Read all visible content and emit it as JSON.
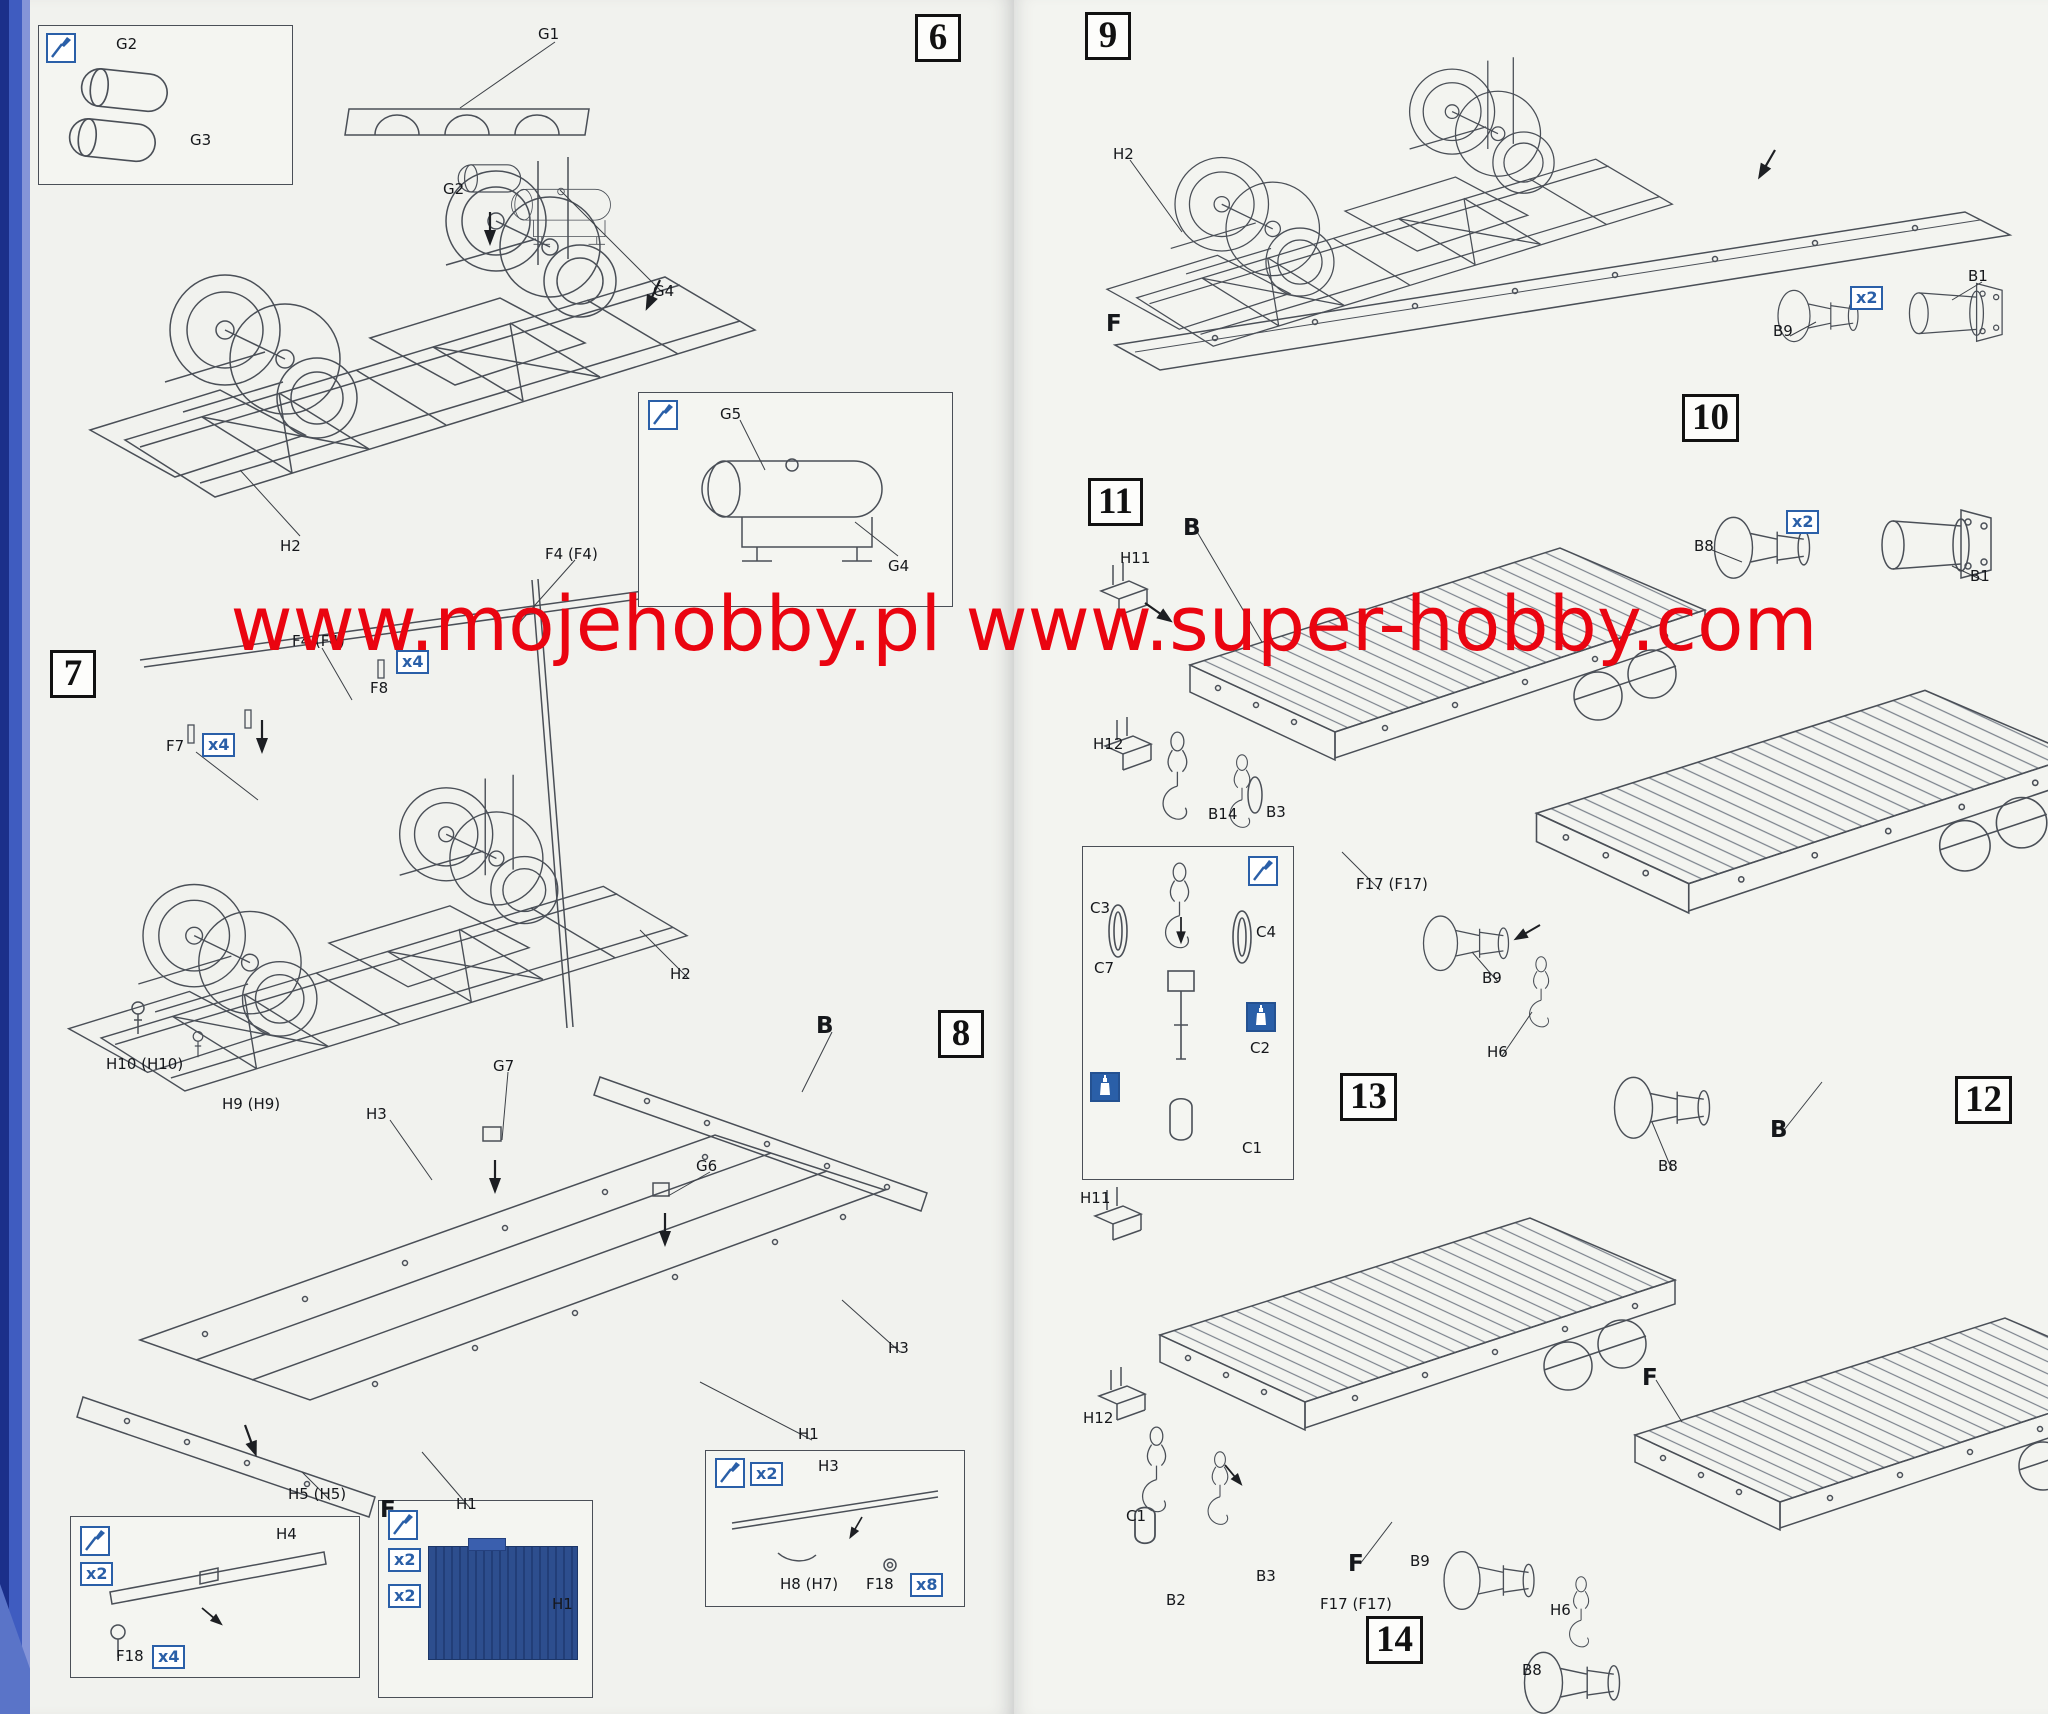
{
  "document": {
    "type": "model-kit-assembly-instructions",
    "watermark": "www.mojehobby.pl www.super-hobby.com"
  },
  "colors": {
    "watermark_red": "#ea0410",
    "accent_blue": "#2a5fa8",
    "ink": "#4a4f57",
    "page": "#f2f3ef",
    "spine_blue": "#2b3f9e",
    "deck_panel_blue": "#2d4e8e"
  },
  "icons": {
    "paint": "paint-brush-icon",
    "glue": "glue-bottle-icon",
    "arrow": "assembly-arrow-icon"
  },
  "left_page": {
    "step6": {
      "number": "6",
      "inset_tank_labels": {
        "g2": "G2",
        "g3": "G3"
      },
      "labels": {
        "g1": "G1",
        "g2": "G2",
        "g4": "G4",
        "h2": "H2"
      },
      "inset_g5_labels": {
        "g5": "G5",
        "g4": "G4"
      }
    },
    "step7": {
      "number": "7",
      "labels": {
        "f4_top": "F4 (F4)",
        "f4_left": "F4 (F4)",
        "f8": "F8",
        "f7": "F7",
        "h2": "H2",
        "h10": "H10 (H10)",
        "h9": "H9 (H9)"
      },
      "badges": {
        "f8_qty": "x4",
        "f7_qty": "x4"
      }
    },
    "step8": {
      "number": "8",
      "labels": {
        "b": "B",
        "g7": "G7",
        "g6": "G6",
        "h3_top": "H3",
        "h3_right": "H3",
        "h1_right": "H1",
        "h1_bottom": "H1",
        "h5": "H5 (H5)",
        "f": "F"
      },
      "inset_h4": {
        "labels": {
          "h4": "H4",
          "f18": "F18"
        },
        "badges": {
          "paint_qty": "x2",
          "f18_qty": "x4"
        }
      },
      "inset_deck": {
        "labels": {
          "h1": "H1"
        },
        "badges": {
          "qty1": "x2",
          "qty2": "x2"
        }
      },
      "inset_h3": {
        "labels": {
          "h3": "H3",
          "h8": "H8 (H7)",
          "f18": "F18"
        },
        "badges": {
          "paint_qty": "x2",
          "f18_qty": "x8"
        }
      }
    }
  },
  "right_page": {
    "step9": {
      "number": "9",
      "labels": {
        "h2": "H2",
        "f": "F",
        "b9": "B9",
        "b1": "B1"
      },
      "badges": {
        "qty": "x2"
      }
    },
    "step10": {
      "number": "10",
      "labels": {
        "b8": "B8",
        "b1": "B1"
      },
      "badges": {
        "qty": "x2"
      }
    },
    "step11": {
      "number": "11",
      "labels": {
        "b": "B",
        "h11": "H11",
        "h12": "H12",
        "b14": "B14",
        "b3": "B3",
        "f17": "F17 (F17)"
      },
      "inset_coupling_labels": {
        "c3": "C3",
        "c4": "C4",
        "c7": "C7",
        "c2": "C2",
        "c1": "C1"
      }
    },
    "step12": {
      "number": "12",
      "labels": {
        "b9": "B9",
        "h6": "H6",
        "b": "B",
        "b8": "B8"
      }
    },
    "step13": {
      "number": "13",
      "labels": {
        "h11": "H11",
        "h12": "H12",
        "c1": "C1",
        "b2": "B2",
        "b3": "B3",
        "f17": "F17 (F17)",
        "f": "F"
      }
    },
    "step14": {
      "number": "14",
      "labels": {
        "f": "F",
        "b9": "B9",
        "h6": "H6",
        "b8": "B8"
      }
    }
  }
}
